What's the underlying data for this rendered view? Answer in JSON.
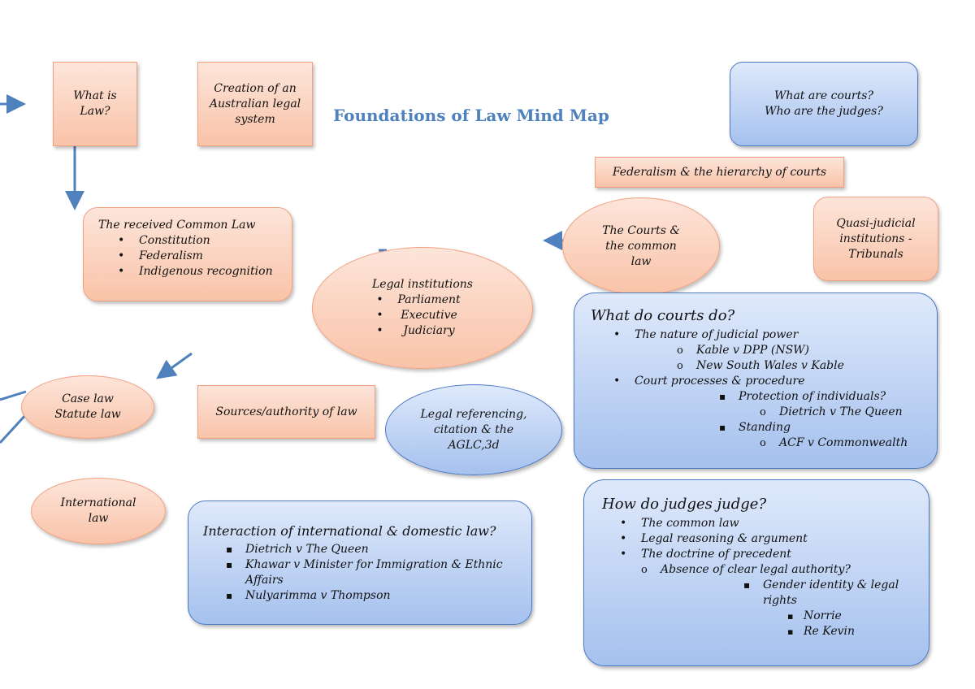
{
  "title": "Foundations of Law Mind Map",
  "colors": {
    "orange_fill": "#f9c3a8",
    "orange_border": "#f0a07f",
    "blue_fill": "#a5c1ee",
    "blue_border": "#4b79c4",
    "title": "#4f81bd",
    "arrow": "#4f81bd"
  },
  "nodes": {
    "what_is_law": {
      "lines": [
        "What is",
        "Law?"
      ]
    },
    "creation": {
      "lines": [
        "Creation of an",
        "Australian legal",
        "system"
      ]
    },
    "courts_judges": {
      "lines": [
        "What are courts?",
        "Who are the judges?"
      ]
    },
    "federalism": {
      "text": "Federalism & the hierarchy of courts"
    },
    "received": {
      "heading": "The received Common Law",
      "items": [
        "Constitution",
        "Federalism",
        "Indigenous recognition"
      ]
    },
    "courts_common": {
      "lines": [
        "The Courts &",
        "the common",
        "law"
      ]
    },
    "quasi": {
      "lines": [
        "Quasi-judicial",
        "institutions -",
        "Tribunals"
      ]
    },
    "legal_inst": {
      "heading": "Legal institutions",
      "items": [
        "Parliament",
        "Executive",
        "Judiciary"
      ]
    },
    "case_law": {
      "lines": [
        "Case law",
        "Statute law"
      ]
    },
    "sources": {
      "text": "Sources/authority of law"
    },
    "referencing": {
      "lines": [
        "Legal referencing,",
        "citation & the",
        "AGLC,3d"
      ]
    },
    "international": {
      "lines": [
        "International",
        "law"
      ]
    },
    "interaction": {
      "heading": "Interaction of international & domestic law?",
      "items": [
        "Dietrich v The Queen",
        "Khawar v Minister for Immigration & Ethnic Affairs",
        "Nulyarimma v Thompson"
      ]
    },
    "courts_do": {
      "heading": "What do courts do?",
      "l1": "The nature of judicial power",
      "l1a": "Kable v DPP (NSW)",
      "l1b": "New South Wales v Kable",
      "l2": "Court processes & procedure",
      "l2a": "Protection of individuals?",
      "l2a1": "Dietrich v The Queen",
      "l2b": "Standing",
      "l2b1": "ACF v Commonwealth"
    },
    "judges_judge": {
      "heading": "How do judges judge?",
      "l1": "The common law",
      "l2": "Legal reasoning & argument",
      "l3": "The doctrine of precedent",
      "l3a": "Absence of clear legal authority?",
      "l3a1": "Gender identity & legal",
      "l3a1b": "rights",
      "l3a1x": "Norrie",
      "l3a1y": "Re Kevin"
    }
  }
}
